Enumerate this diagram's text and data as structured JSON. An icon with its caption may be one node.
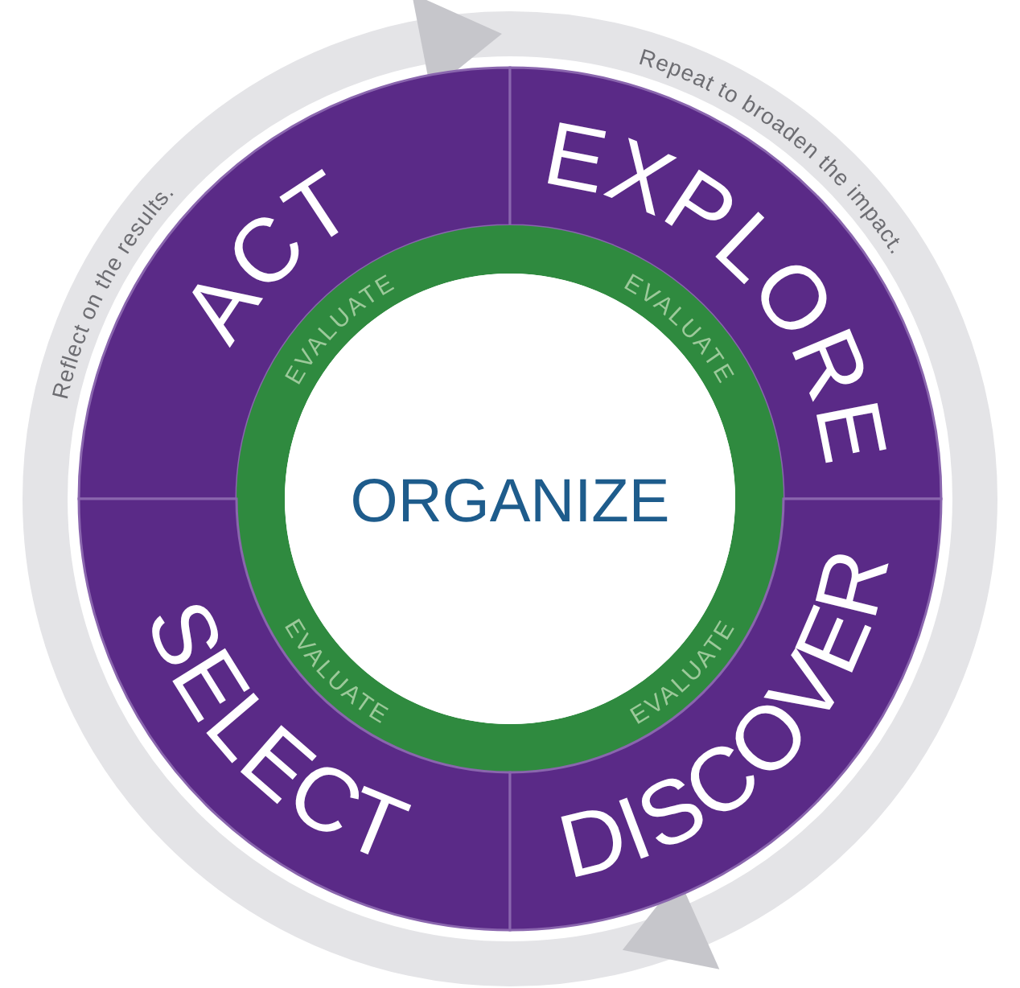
{
  "diagram": {
    "nodes": [
      {
        "text": [
          "ACT"
        ]
      },
      {
        "text": [
          "EXPLORE"
        ]
      },
      {
        "text": [
          "EVALUATE",
          "EVALUATE",
          "EVALUATE",
          "EVALUATE"
        ]
      },
      {
        "text": [
          "ORGANIZE"
        ],
        "in": 2
      },
      {
        "text": [
          "SELECT"
        ]
      },
      {
        "text": [
          "DISCOVER"
        ]
      }
    ],
    "labels": [
      "Reflect on the results.",
      "Repeat to broaden the impact."
    ]
  }
}
